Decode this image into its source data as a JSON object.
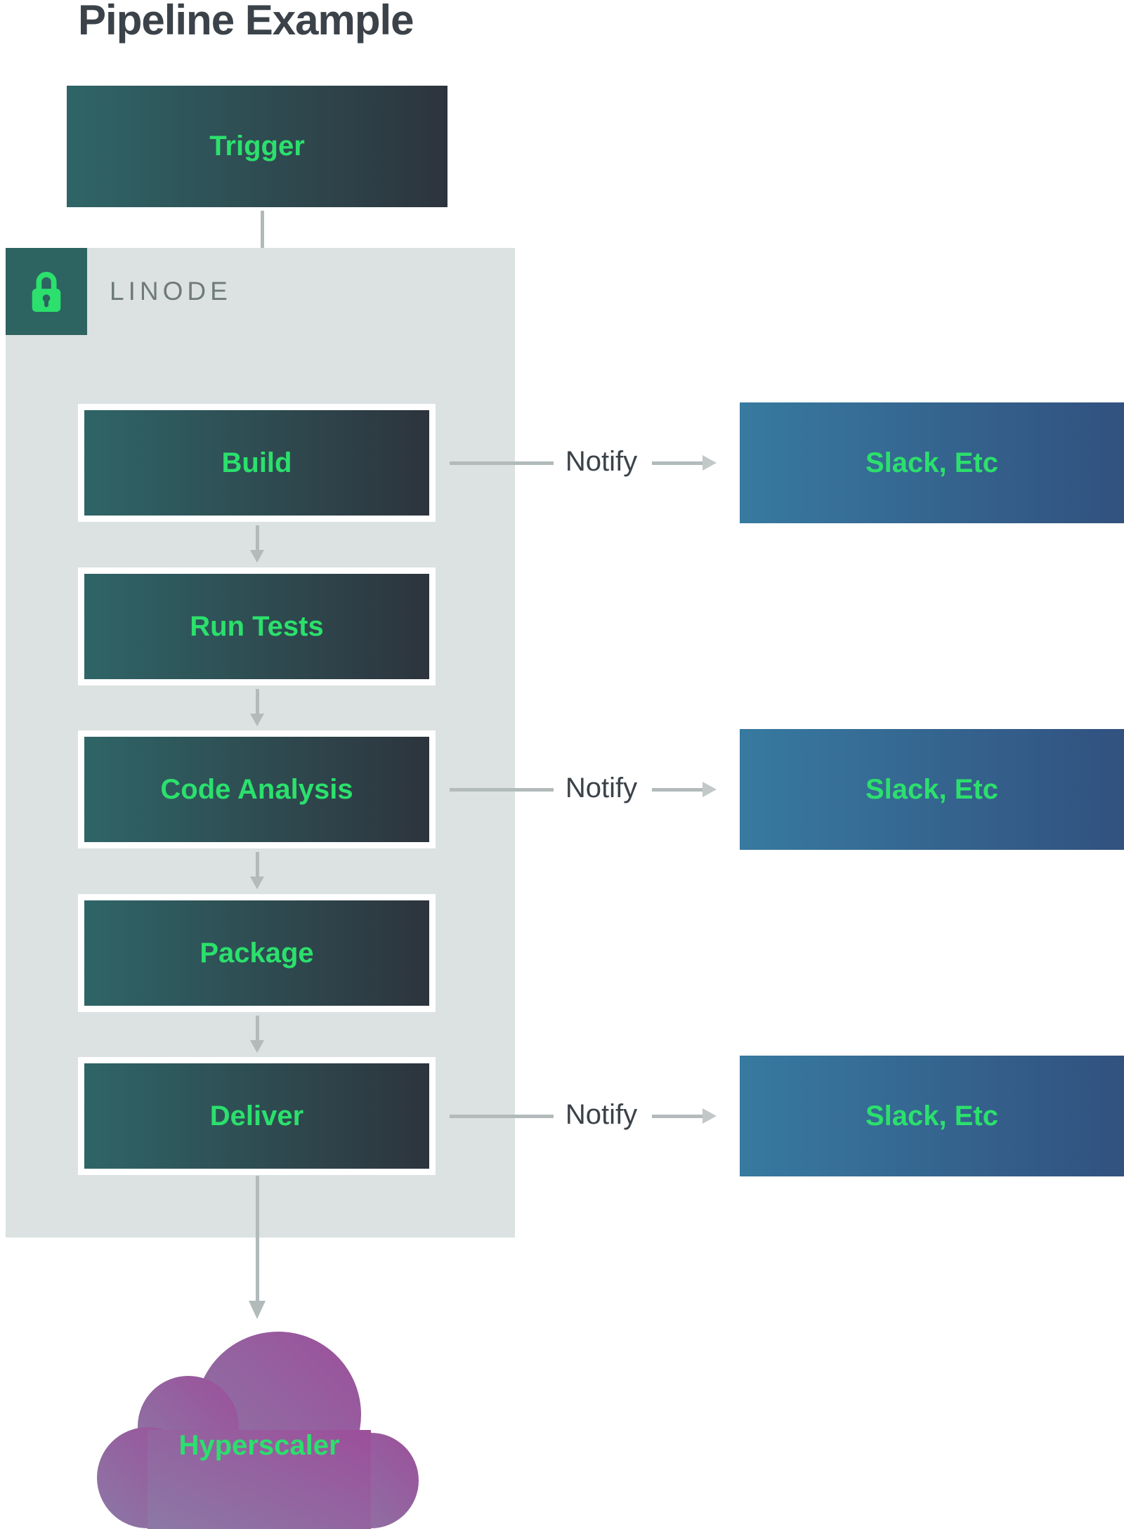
{
  "title": "Pipeline Example",
  "trigger": {
    "label": "Trigger"
  },
  "linode": {
    "label": "LINODE"
  },
  "stages": [
    {
      "label": "Build",
      "has_notify": true
    },
    {
      "label": "Run Tests",
      "has_notify": false
    },
    {
      "label": "Code Analysis",
      "has_notify": true
    },
    {
      "label": "Package",
      "has_notify": false
    },
    {
      "label": "Deliver",
      "has_notify": true
    }
  ],
  "notify": {
    "label": "Notify",
    "target_label": "Slack, Etc"
  },
  "cloud": {
    "label": "Hyperscaler"
  },
  "colors": {
    "accent_green": "#2BE06C",
    "stage_gradient_start": "#2F6567",
    "stage_gradient_end": "#2D343D",
    "slack_gradient_start": "#377AA0",
    "slack_gradient_end": "#32517F",
    "linode_container_bg": "#DBE2E1",
    "lock_badge_bg": "#2D6361",
    "cloud_gradient_start": "#8B79A6",
    "cloud_gradient_end": "#9C4F9A",
    "arrow_gray": "#B2BABA",
    "title_text": "#3B4249"
  }
}
